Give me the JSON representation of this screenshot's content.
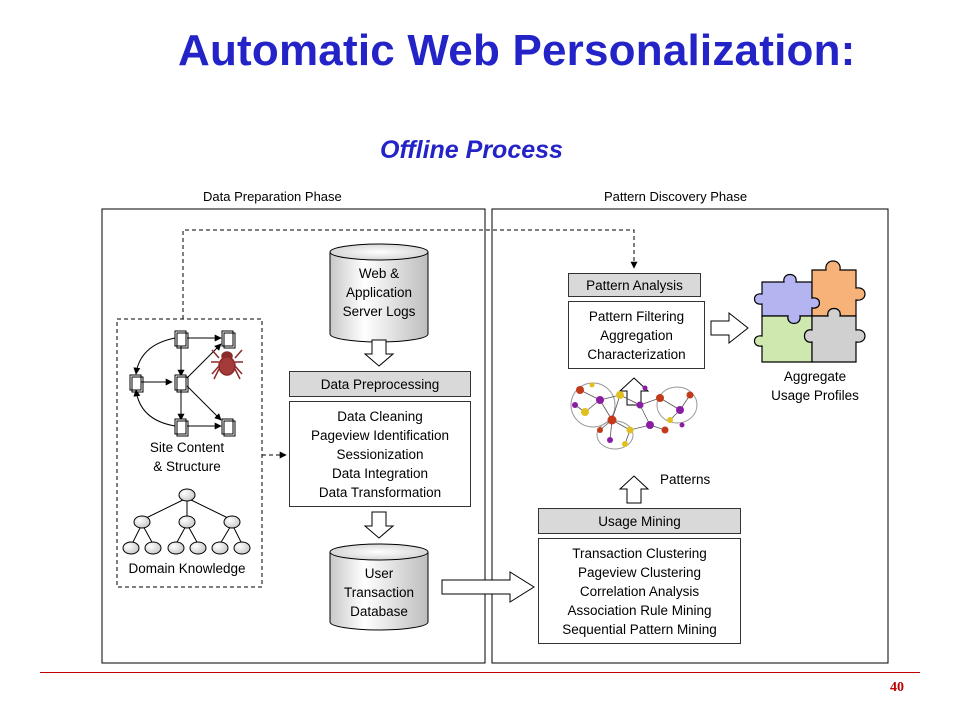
{
  "title": "Automatic Web Personalization:",
  "subtitle": "Offline Process",
  "phases": {
    "preparation": "Data Preparation Phase",
    "discovery": "Pattern Discovery Phase"
  },
  "data_preparation": {
    "logs_db": [
      "Web &",
      "Application",
      "Server Logs"
    ],
    "preprocessing_header": "Data Preprocessing",
    "preprocessing_steps": [
      "Data Cleaning",
      "Pageview Identification",
      "Sessionization",
      "Data Integration",
      "Data Transformation"
    ],
    "transaction_db": [
      "User",
      "Transaction",
      "Database"
    ],
    "site_content_label": [
      "Site Content",
      "& Structure"
    ],
    "domain_knowledge_label": "Domain Knowledge"
  },
  "pattern_discovery": {
    "analysis_header": "Pattern Analysis",
    "analysis_steps": [
      "Pattern Filtering",
      "Aggregation",
      "Characterization"
    ],
    "profiles_label": [
      "Aggregate",
      "Usage Profiles"
    ],
    "patterns_label": "Patterns",
    "mining_header": "Usage Mining",
    "mining_steps": [
      "Transaction Clustering",
      "Pageview Clustering",
      "Correlation Analysis",
      "Association Rule Mining",
      "Sequential Pattern Mining"
    ]
  },
  "colors": {
    "title": "#2323c8",
    "header_fill": "#d9d9d9",
    "page_number": "#c00000",
    "puzzle_blue": "#b4b4f0",
    "puzzle_orange": "#f7b27a",
    "puzzle_green": "#cfe8b0",
    "puzzle_gray": "#d0d0d0",
    "spider": "#8b2a2a"
  },
  "page_number": "40"
}
